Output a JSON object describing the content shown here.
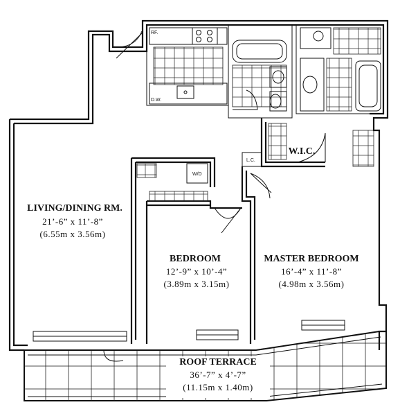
{
  "rooms": {
    "living": {
      "name": "LIVING/DINING RM.",
      "dim_imperial": "21’-6” x 11’-8”",
      "dim_metric": "(6.55m x 3.56m)"
    },
    "bedroom": {
      "name": "BEDROOM",
      "dim_imperial": "12’-9” x 10’-4”",
      "dim_metric": "(3.89m x 3.15m)"
    },
    "master": {
      "name": "MASTER BEDROOM",
      "dim_imperial": "16’-4” x 11’-8”",
      "dim_metric": "(4.98m x 3.56m)"
    },
    "terrace": {
      "name": "ROOF TERRACE",
      "dim_imperial": "36’-7” x 4’-7”",
      "dim_metric": "(11.15m x 1.40m)"
    },
    "wic": {
      "name": "W.I.C."
    }
  },
  "labels": {
    "refrigerator": "RF.",
    "dishwasher": "D.W.",
    "linen_closet": "L.C.",
    "washer_dryer": "W/D"
  }
}
